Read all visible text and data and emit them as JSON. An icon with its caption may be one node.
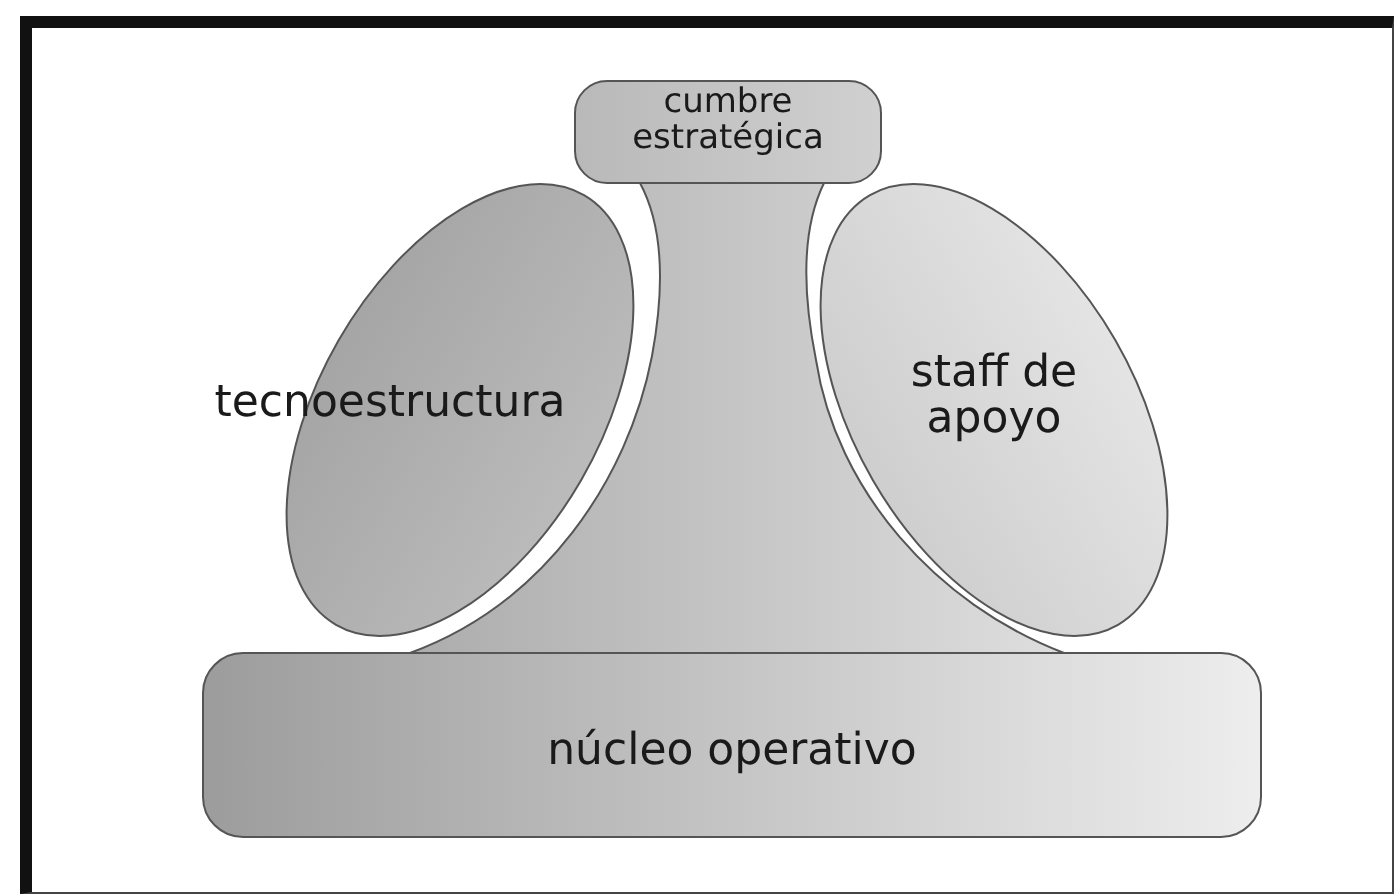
{
  "diagram": {
    "nodes": [
      {
        "text": [
          "cumbre estratégica"
        ]
      },
      {
        "text": [
          "tecnoestructura"
        ]
      },
      {
        "text": [
          "staff de apoyo"
        ]
      },
      {
        "text": [
          "núcleo operativo"
        ]
      }
    ]
  }
}
